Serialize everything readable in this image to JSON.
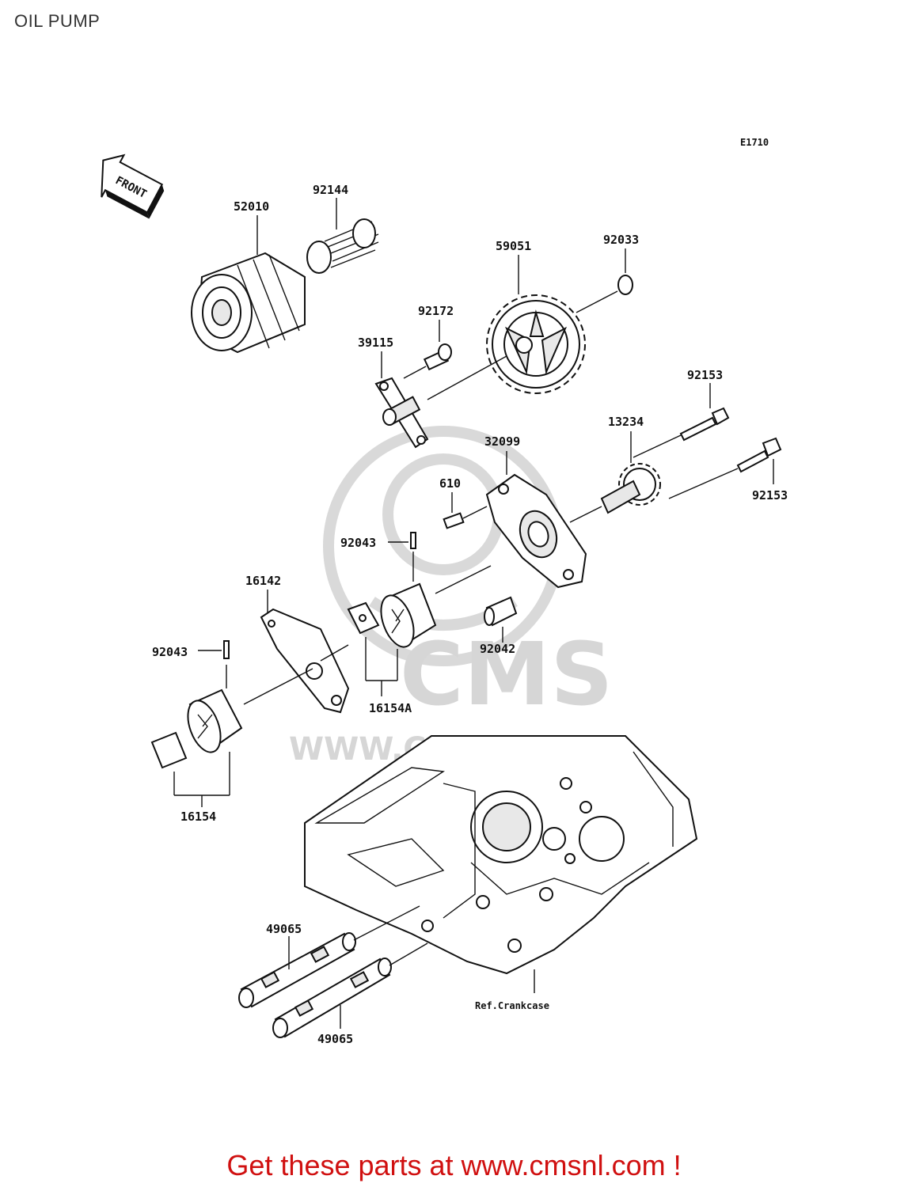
{
  "header": {
    "title": "OIL PUMP"
  },
  "diagram": {
    "code": "E1710",
    "front_label": "FRONT",
    "labels": {
      "p52010": "52010",
      "p92144": "92144",
      "p59051": "59051",
      "p92033": "92033",
      "p92172": "92172",
      "p39115": "39115",
      "p92153a": "92153",
      "p13234": "13234",
      "p32099": "32099",
      "p610": "610",
      "p92153b": "92153",
      "p92043a": "92043",
      "p16142": "16142",
      "p92043b": "92043",
      "p92042": "92042",
      "p16154A": "16154A",
      "p16154": "16154",
      "p49065a": "49065",
      "p49065b": "49065",
      "ref_crankcase": "Ref.Crankcase"
    },
    "watermark": {
      "brand": "CMS",
      "url": "WWW.CMSNL.COM"
    }
  },
  "footer": {
    "cta": "Get these parts at www.cmsnl.com !"
  },
  "colors": {
    "cta": "#d01010",
    "line": "#111111",
    "watermark": "#d9d9d9"
  }
}
